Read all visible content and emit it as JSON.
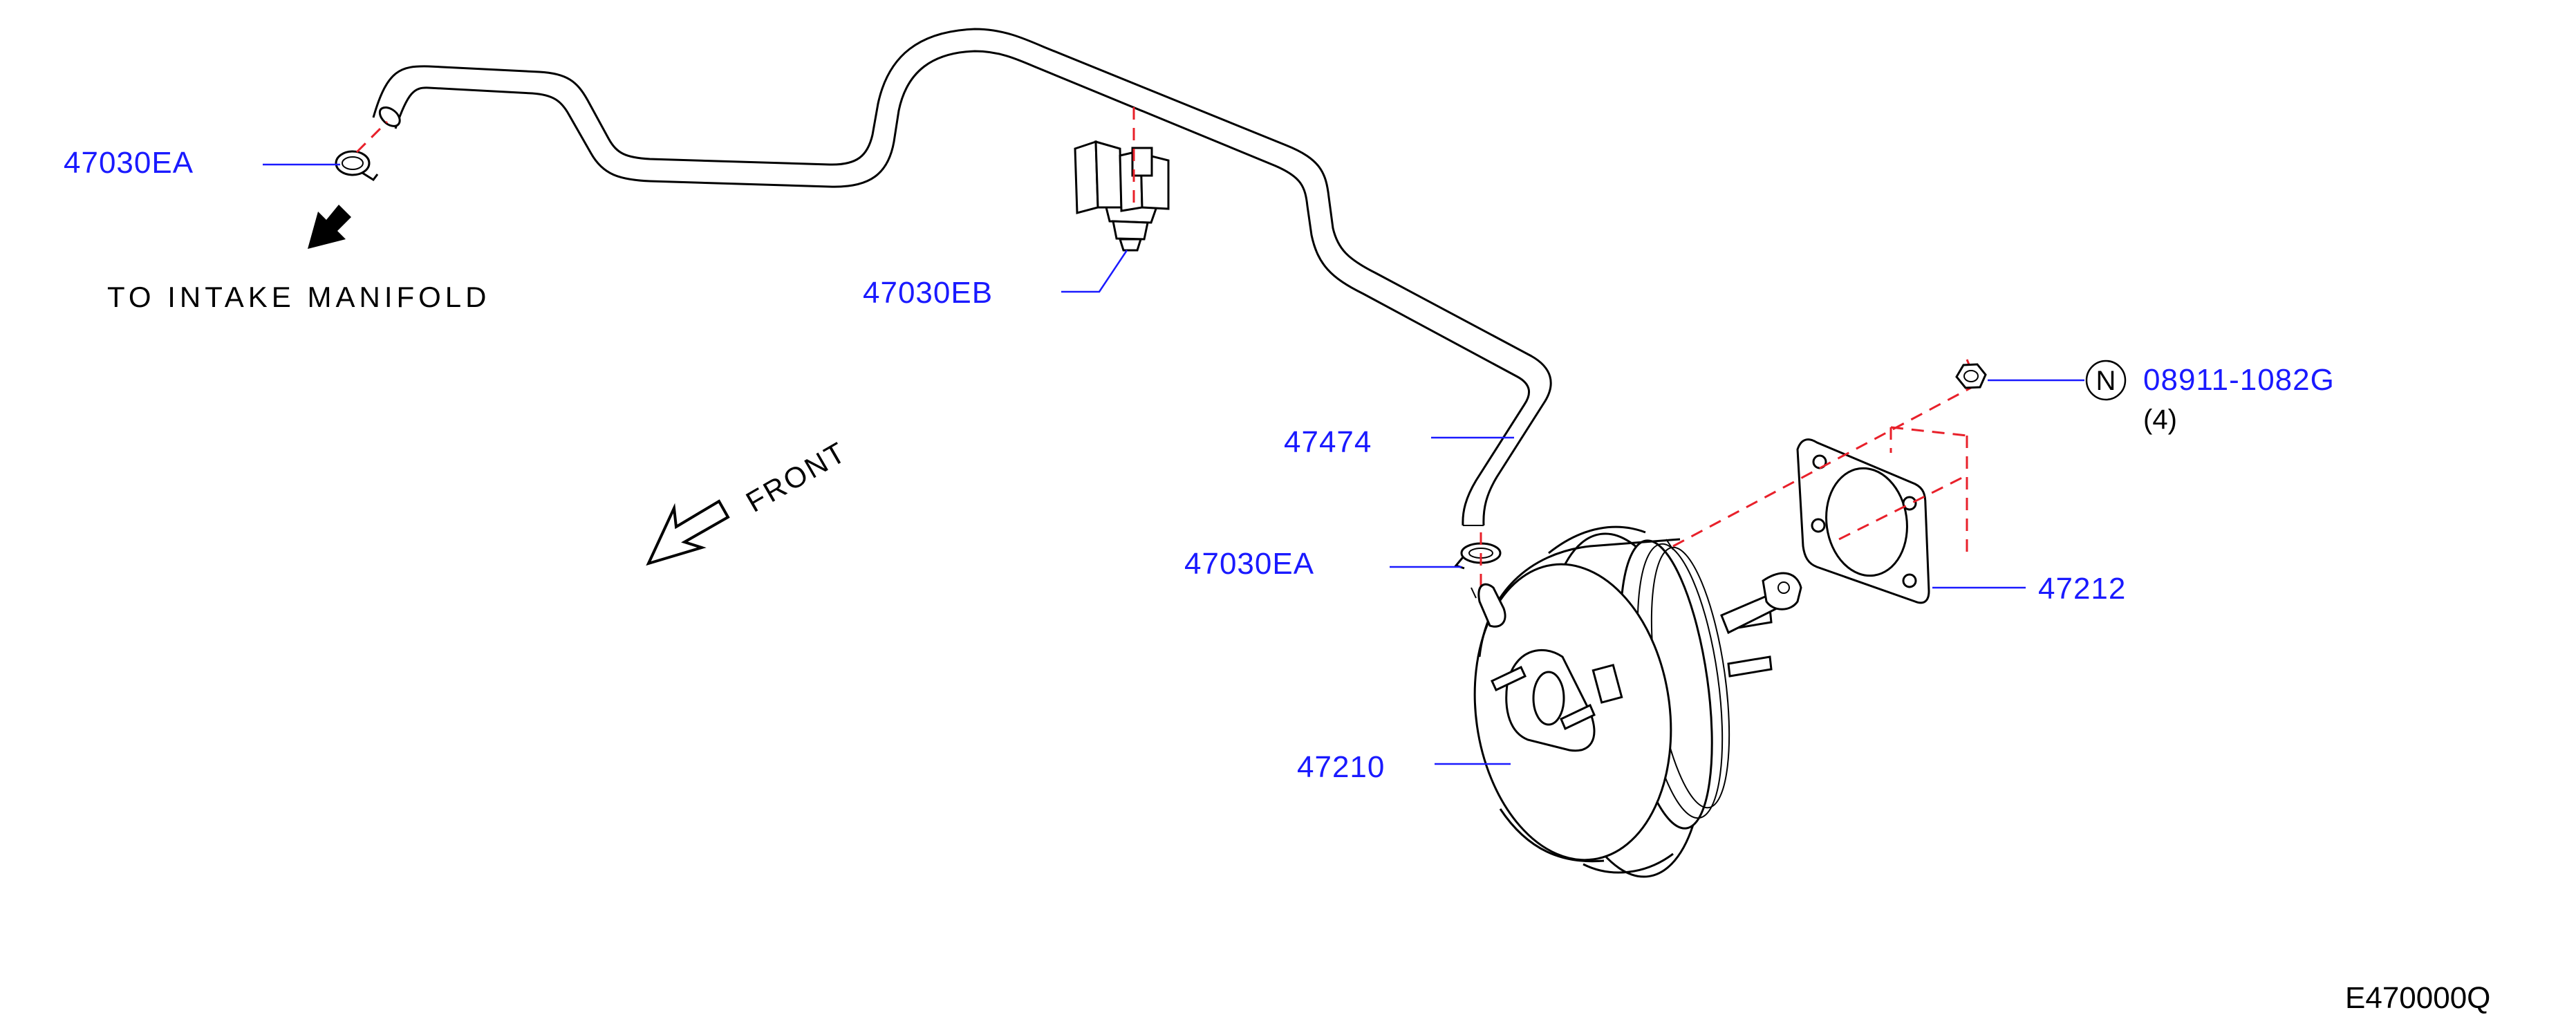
{
  "diagram": {
    "labels": {
      "clamp_top": "47030EA",
      "clip": "47030EB",
      "hose": "47474",
      "clamp_lower": "47030EA",
      "booster": "47210",
      "gasket": "47212",
      "nut": "08911-1082G",
      "nut_qty": "(4)",
      "nut_marker": "N"
    },
    "notes": {
      "intake": "TO  INTAKE  MANIFOLD",
      "front": "FRONT"
    },
    "figure_code": "E470000Q",
    "colors": {
      "part_number": "#1a1aff",
      "guide_line": "#e8202a",
      "drawing": "#000000"
    }
  }
}
